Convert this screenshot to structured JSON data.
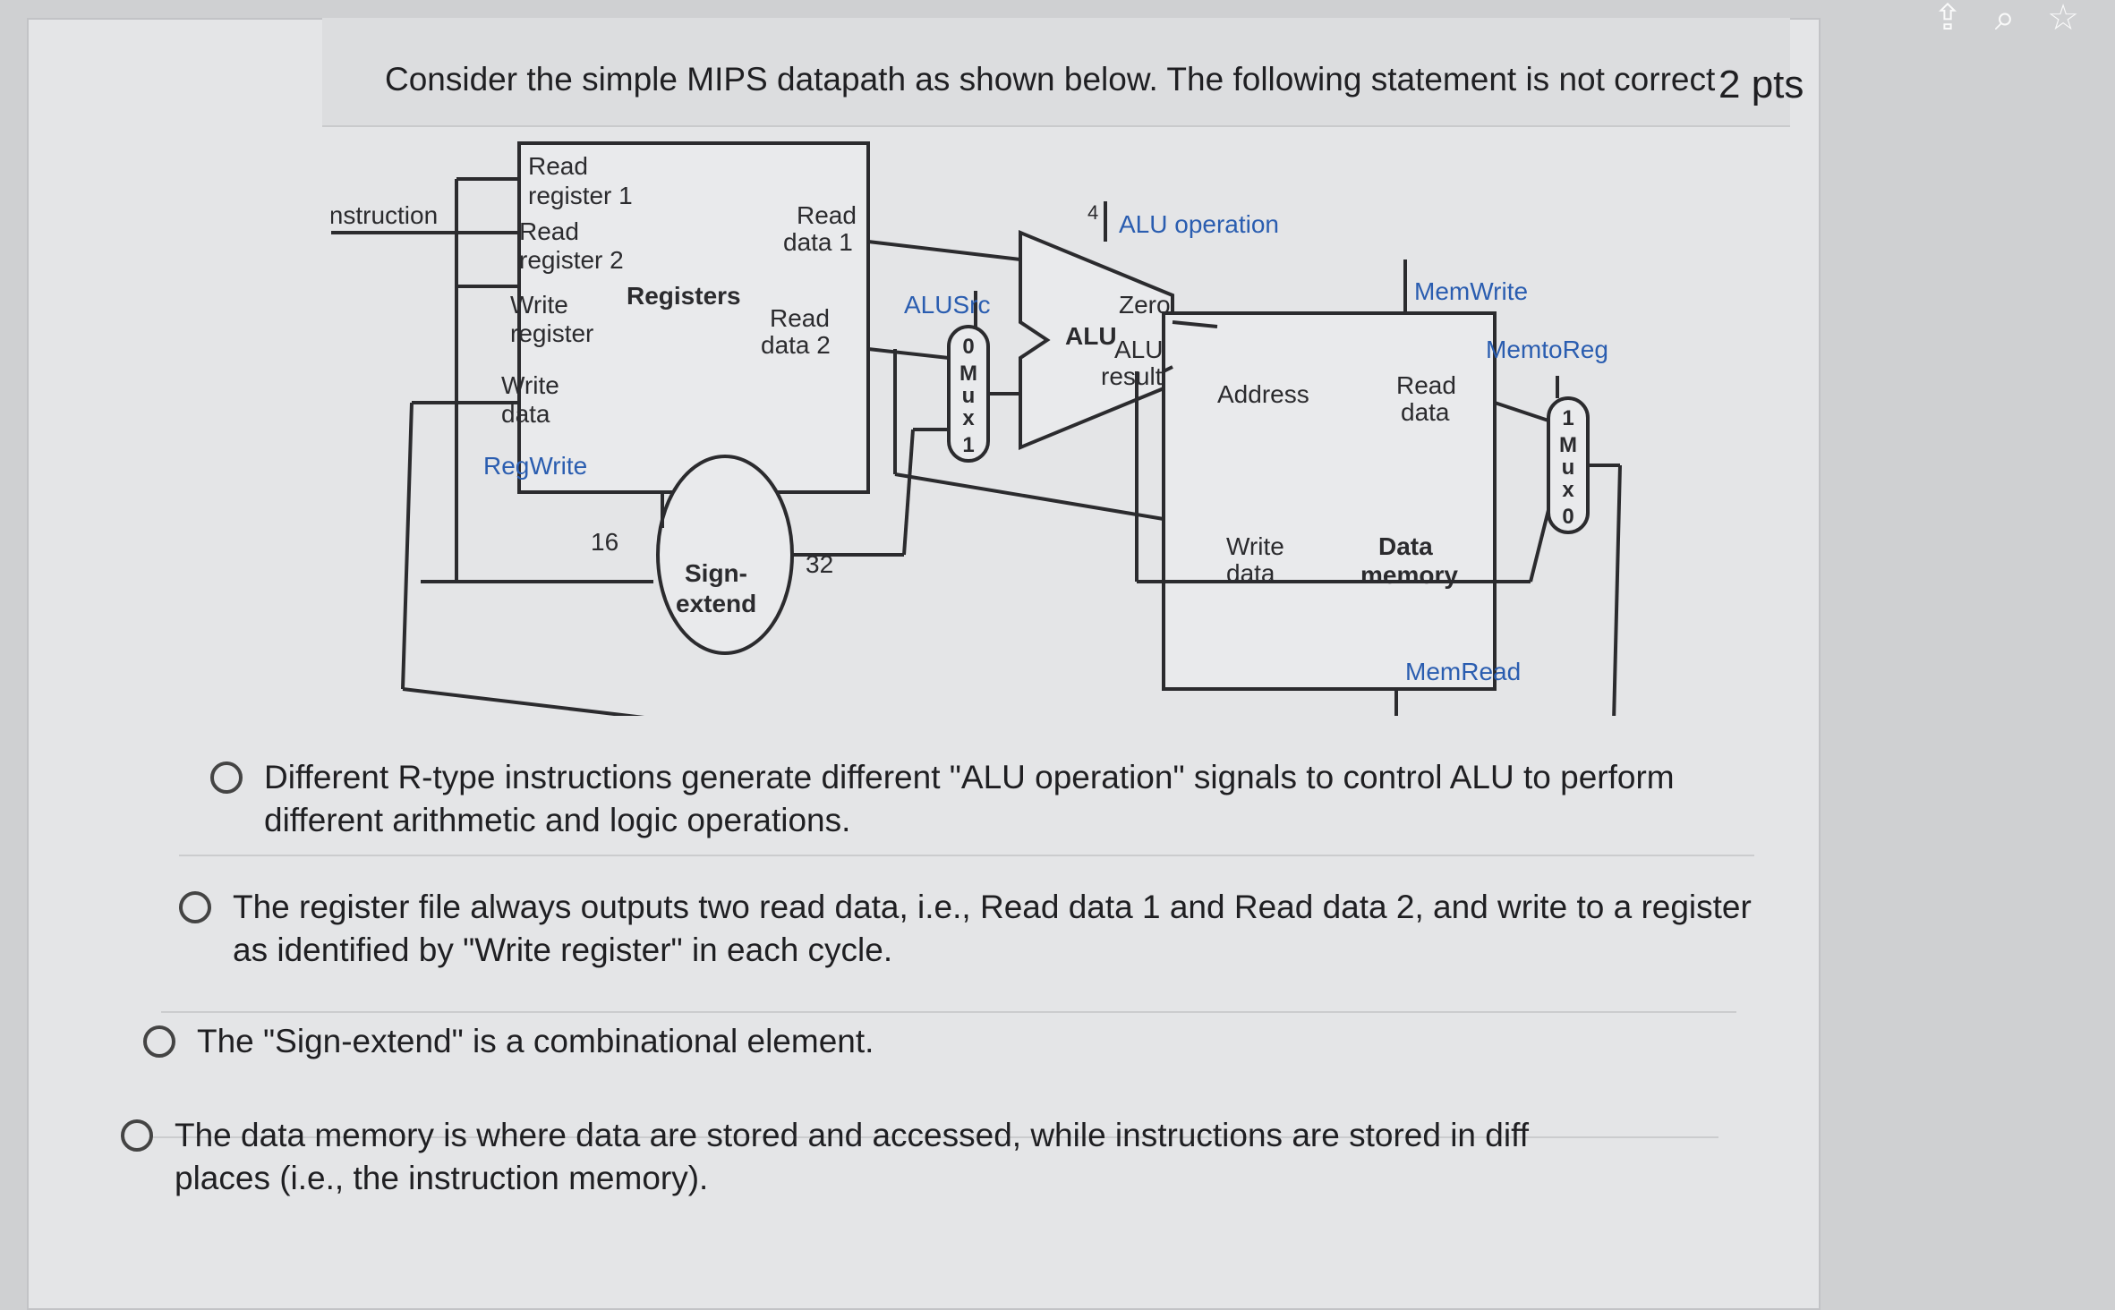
{
  "toolbar": {
    "icons": [
      "share-icon",
      "search-icon",
      "star-icon"
    ]
  },
  "question": {
    "points": "2 pts",
    "prompt": "Consider the simple MIPS datapath as shown below. The following statement is not correct"
  },
  "diagram": {
    "instruction": "Instruction",
    "read_register_1": [
      "Read",
      "register 1"
    ],
    "read_register_2": [
      "Read",
      "register 2"
    ],
    "write_register": [
      "Write",
      "register"
    ],
    "write_data": [
      "Write",
      "data"
    ],
    "registers": "Registers",
    "read_data_1": [
      "Read",
      "data 1"
    ],
    "read_data_2": [
      "Read",
      "data 2"
    ],
    "regwrite": "RegWrite",
    "sixteen": "16",
    "thirtytwo": "32",
    "sign_extend": [
      "Sign-",
      "extend"
    ],
    "alusrc": "ALUSrc",
    "mux_left": [
      "0",
      "M",
      "u",
      "x",
      "1"
    ],
    "four": "4",
    "alu_operation": "ALU operation",
    "alu": "ALU",
    "zero": "Zero",
    "alu_result": [
      "ALU",
      "result"
    ],
    "memwrite": "MemWrite",
    "memtoreg": "MemtoReg",
    "address": "Address",
    "read_data": [
      "Read",
      "data"
    ],
    "mem_write_data": [
      "Write",
      "data"
    ],
    "data_memory": [
      "Data",
      "memory"
    ],
    "memread": "MemRead",
    "mux_right": [
      "1",
      "M",
      "u",
      "x",
      "0"
    ]
  },
  "options": [
    {
      "line1": "Different R-type instructions generate different \"ALU operation\" signals to control ALU to perform",
      "line2": "different arithmetic and logic operations."
    },
    {
      "line1": "The register file always outputs two read data, i.e., Read data 1 and Read data 2, and write to a register",
      "line2": "as identified by \"Write register\" in each cycle."
    },
    {
      "line1": "The \"Sign-extend\" is a combinational element.",
      "line2": ""
    },
    {
      "line1": "The data memory is where data are stored and accessed, while instructions are stored in diff",
      "line2": "places (i.e., the instruction memory)."
    }
  ],
  "colors": {
    "accent_blue": "#2a5db0",
    "wire": "#2b2b2e"
  }
}
